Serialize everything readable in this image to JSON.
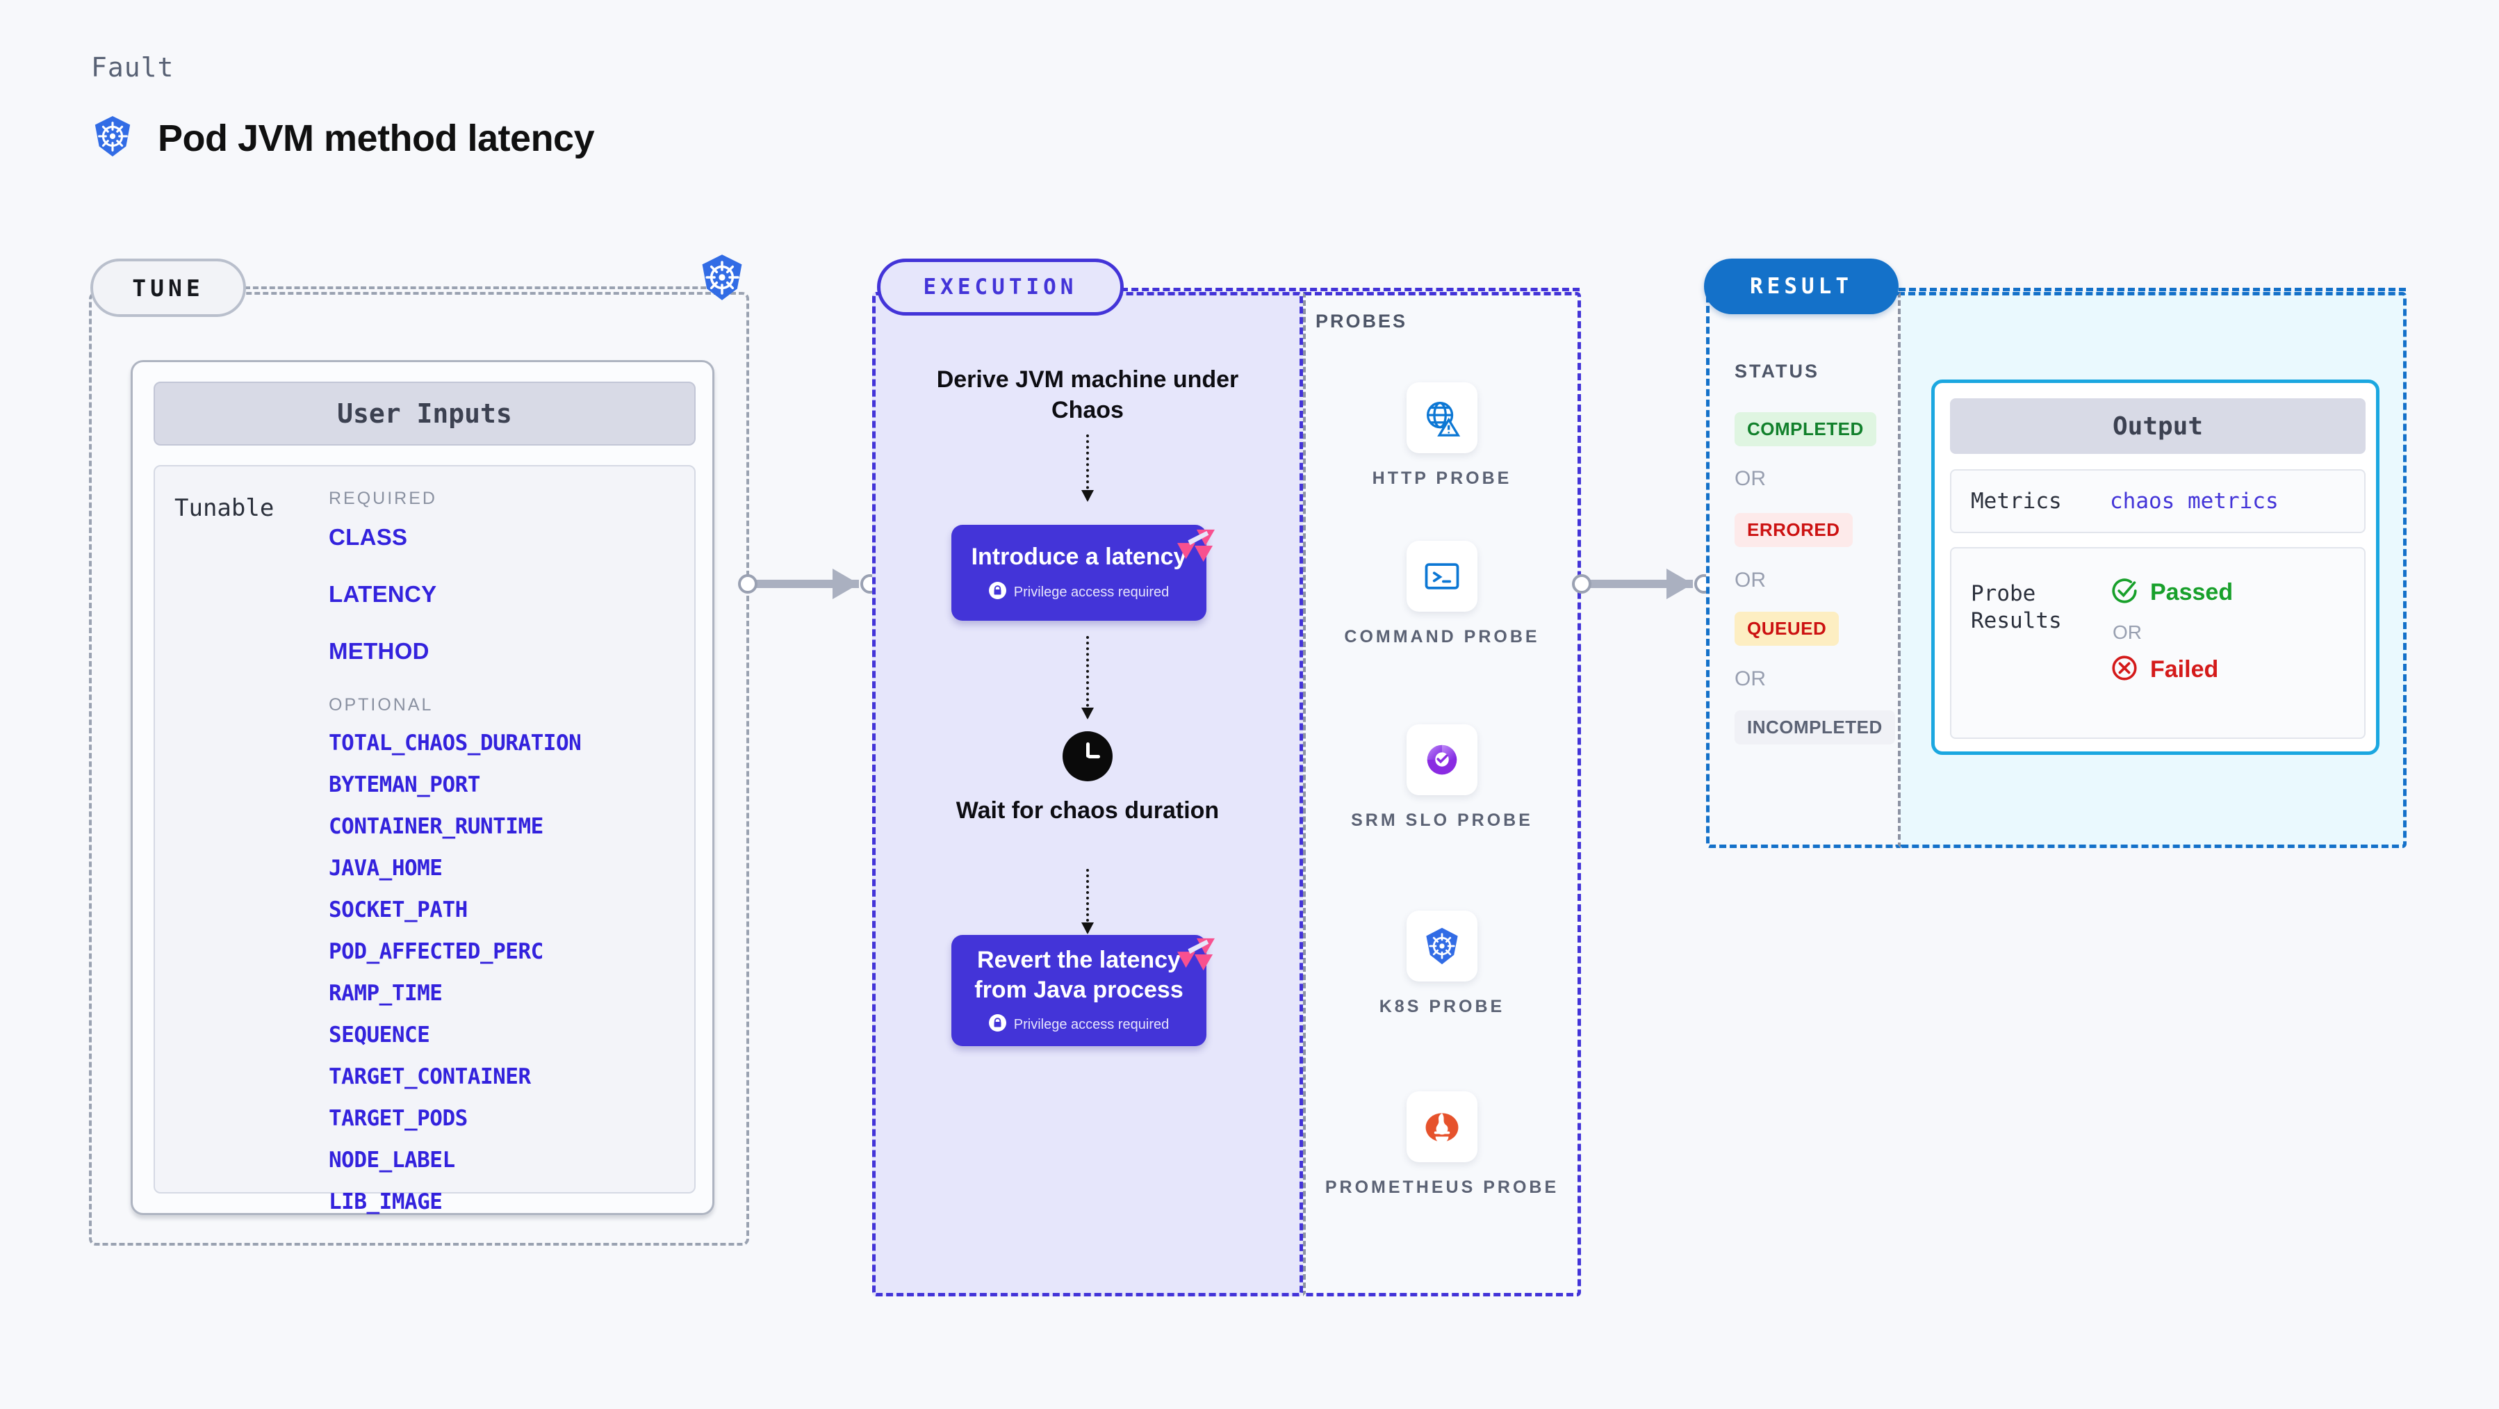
{
  "header": {
    "kicker": "Fault",
    "title": "Pod JVM method latency",
    "icon": "kubernetes-icon"
  },
  "tune": {
    "pill_label": "TUNE",
    "icon": "kubernetes-icon",
    "card_title": "User Inputs",
    "tunable_label": "Tunable",
    "required_label": "REQUIRED",
    "optional_label": "OPTIONAL",
    "required": [
      "CLASS",
      "LATENCY",
      "METHOD"
    ],
    "optional": [
      "TOTAL_CHAOS_DURATION",
      "BYTEMAN_PORT",
      "CONTAINER_RUNTIME",
      "JAVA_HOME",
      "SOCKET_PATH",
      "POD_AFFECTED_PERC",
      "RAMP_TIME",
      "SEQUENCE",
      "TARGET_CONTAINER",
      "TARGET_PODS",
      "NODE_LABEL",
      "LIB_IMAGE"
    ]
  },
  "execution": {
    "pill_label": "EXECUTION",
    "step_derive": "Derive JVM machine under Chaos",
    "step_introduce": "Introduce a latency",
    "step_wait": "Wait for chaos duration",
    "step_revert": "Revert the latency from Java process",
    "privilege_note": "Privilege access required",
    "accent_color": "#4334d8",
    "badge_color": "#f8508f"
  },
  "probes": {
    "label": "PROBES",
    "items": [
      {
        "caption": "HTTP PROBE",
        "icon": "globe-warning-icon"
      },
      {
        "caption": "COMMAND PROBE",
        "icon": "terminal-icon"
      },
      {
        "caption": "SRM SLO PROBE",
        "icon": "srm-slo-icon"
      },
      {
        "caption": "K8S PROBE",
        "icon": "kubernetes-icon"
      },
      {
        "caption": "PROMETHEUS PROBE",
        "icon": "prometheus-icon"
      }
    ]
  },
  "result": {
    "pill_label": "RESULT",
    "status_label": "STATUS",
    "or_label": "OR",
    "statuses": [
      {
        "label": "COMPLETED",
        "color": "#11802b",
        "bg": "#dff5e1"
      },
      {
        "label": "ERRORED",
        "color": "#cc1111",
        "bg": "#fdeaea"
      },
      {
        "label": "QUEUED",
        "color": "#cc1111",
        "bg": "#fdeec2"
      },
      {
        "label": "INCOMPLETED",
        "color": "#5b6274",
        "bg": "#f0f1f6"
      }
    ]
  },
  "output": {
    "title": "Output",
    "metrics_label": "Metrics",
    "metrics_value": "chaos metrics",
    "probe_results_label": "Probe Results",
    "passed_label": "Passed",
    "failed_label": "Failed",
    "or_label": "OR",
    "passed_color": "#18a02b",
    "failed_color": "#d41a1a"
  }
}
